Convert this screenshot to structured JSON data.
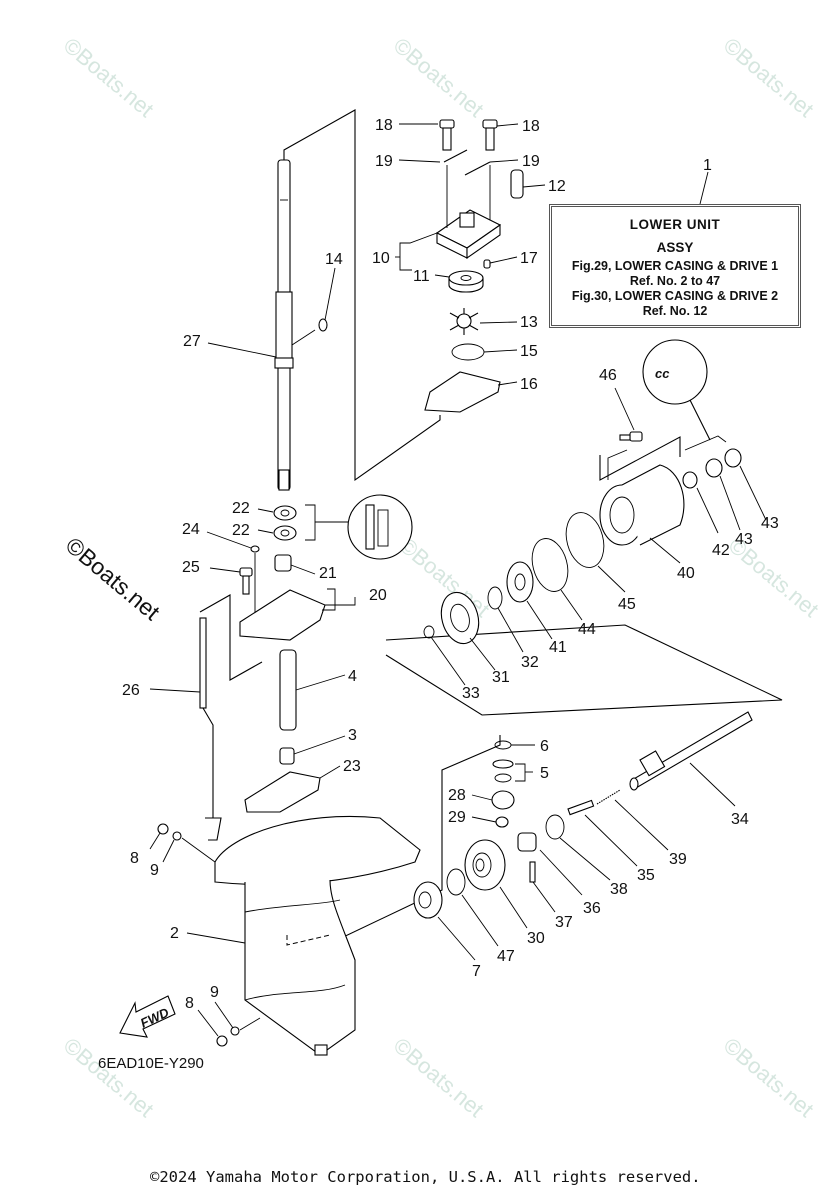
{
  "info_box": {
    "callout": "1",
    "title": "LOWER  UNIT",
    "subtitle": "ASSY",
    "lines": [
      "Fig.29, LOWER CASING & DRIVE 1",
      "Ref. No. 2 to 47",
      "Fig.30, LOWER CASING & DRIVE 2",
      "Ref. No. 12"
    ]
  },
  "callouts": {
    "c18a": "18",
    "c18b": "18",
    "c19a": "19",
    "c19b": "19",
    "c12": "12",
    "c10": "10",
    "c11": "11",
    "c17": "17",
    "c13": "13",
    "c15": "15",
    "c16": "16",
    "c14": "14",
    "c27": "27",
    "c46": "46",
    "c22a": "22",
    "c22b": "22",
    "c24": "24",
    "c25": "25",
    "c21": "21",
    "c20": "20",
    "c26": "26",
    "c4": "4",
    "c3": "3",
    "c23": "23",
    "c8a": "8",
    "c9a": "9",
    "c2": "2",
    "c9b": "9",
    "c8b": "8",
    "c42": "42",
    "c43a": "43",
    "c43b": "43",
    "c40": "40",
    "c45": "45",
    "c44": "44",
    "c41": "41",
    "c32": "32",
    "c31": "31",
    "c33": "33",
    "c6": "6",
    "c5": "5",
    "c28": "28",
    "c29": "29",
    "c34": "34",
    "c39": "39",
    "c35": "35",
    "c38": "38",
    "c36": "36",
    "c37": "37",
    "c30": "30",
    "c47": "47",
    "c7": "7"
  },
  "fwd_label": "FWD",
  "diagram_code": "6EAD10E-Y290",
  "watermark_text": "©Boats.net",
  "footer": "©2024 Yamaha Motor Corporation, U.S.A. All rights reserved."
}
